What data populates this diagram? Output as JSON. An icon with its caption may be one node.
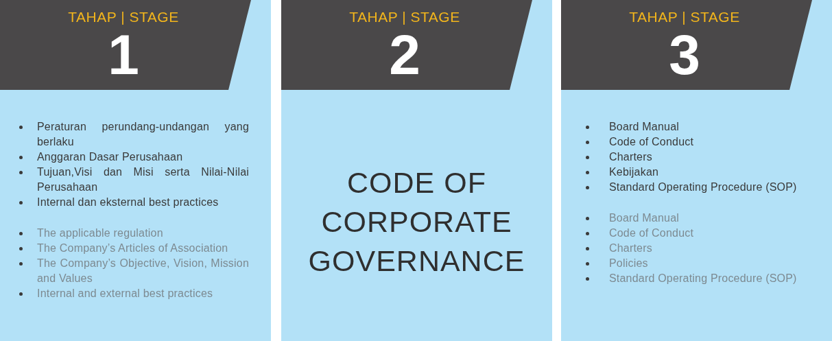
{
  "diagram": {
    "nodes": [
      {
        "text": [
          "Peraturan perundang-undangan yang berlaku",
          "Anggaran Dasar Perusahaan",
          "Tujuan,Visi dan Misi serta Nilai-Nilai Perusahaan",
          "Internal dan eksternal best practices",
          "The applicable regulation",
          "The Company’s Articles of Association",
          "The Company’s Objective, Vision, Mission and Values",
          "Internal and external best practices"
        ]
      },
      {
        "text": [
          "TAHAP | STAGE",
          "1"
        ],
        "in": 0
      },
      {
        "text": [
          "CODE OF CORPORATE GOVERNANCE"
        ]
      },
      {
        "text": [
          "TAHAP | STAGE",
          "2"
        ],
        "in": 2
      },
      {
        "text": [
          "Board Manual",
          "Code of Conduct",
          "Charters",
          "Kebijakan",
          "Standard Operating Procedure (SOP)",
          "Board Manual",
          "Code of Conduct",
          "Charters",
          "Policies",
          "Standard Operating Procedure (SOP)"
        ]
      },
      {
        "text": [
          "TAHAP | STAGE",
          "3"
        ],
        "in": 4
      }
    ]
  }
}
